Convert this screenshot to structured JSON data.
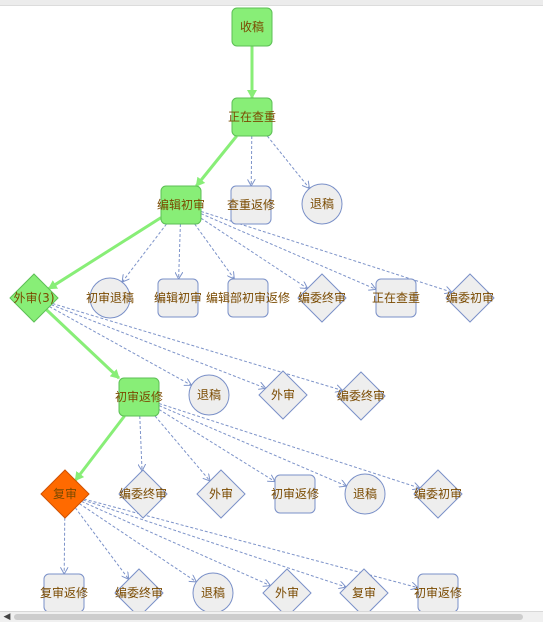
{
  "colors": {
    "active_fill": "#88ee77",
    "active_stroke": "#5cbf55",
    "current_fill": "#ff6a00",
    "current_stroke": "#d05000",
    "idle_fill": "#eeeeee",
    "idle_stroke": "#7a90c8",
    "label": "#7a4a00",
    "path_edge": "#88ee77",
    "option_edge": "#7d93c9"
  },
  "nodes": [
    {
      "id": "n1",
      "label": "收稿",
      "shape": "rect",
      "state": "active"
    },
    {
      "id": "n2",
      "label": "正在查重",
      "shape": "rect",
      "state": "active"
    },
    {
      "id": "n3",
      "label": "查重返修",
      "shape": "rect",
      "state": "idle"
    },
    {
      "id": "n4",
      "label": "退稿",
      "shape": "circle",
      "state": "idle"
    },
    {
      "id": "n5",
      "label": "编辑初审",
      "shape": "rect",
      "state": "active"
    },
    {
      "id": "n6",
      "label": "外审(3)",
      "shape": "diamond",
      "state": "active"
    },
    {
      "id": "n7",
      "label": "初审退稿",
      "shape": "circle",
      "state": "idle"
    },
    {
      "id": "n8",
      "label": "编辑初审",
      "shape": "rect",
      "state": "idle"
    },
    {
      "id": "n9",
      "label": "编辑部初审返修",
      "shape": "rect",
      "state": "idle"
    },
    {
      "id": "n10",
      "label": "编委终审",
      "shape": "diamond",
      "state": "idle"
    },
    {
      "id": "n11",
      "label": "正在查重",
      "shape": "rect",
      "state": "idle"
    },
    {
      "id": "n12",
      "label": "编委初审",
      "shape": "diamond",
      "state": "idle"
    },
    {
      "id": "n13",
      "label": "初审返修",
      "shape": "rect",
      "state": "active"
    },
    {
      "id": "n14",
      "label": "退稿",
      "shape": "circle",
      "state": "idle"
    },
    {
      "id": "n15",
      "label": "外审",
      "shape": "diamond",
      "state": "idle"
    },
    {
      "id": "n16",
      "label": "编委终审",
      "shape": "diamond",
      "state": "idle"
    },
    {
      "id": "n17",
      "label": "复审",
      "shape": "diamond",
      "state": "current"
    },
    {
      "id": "n18",
      "label": "编委终审",
      "shape": "diamond",
      "state": "idle"
    },
    {
      "id": "n19",
      "label": "外审",
      "shape": "diamond",
      "state": "idle"
    },
    {
      "id": "n20",
      "label": "初审返修",
      "shape": "rect",
      "state": "idle"
    },
    {
      "id": "n21",
      "label": "退稿",
      "shape": "circle",
      "state": "idle"
    },
    {
      "id": "n22",
      "label": "编委初审",
      "shape": "diamond",
      "state": "idle"
    },
    {
      "id": "n23",
      "label": "复审返修",
      "shape": "rect",
      "state": "idle"
    },
    {
      "id": "n24",
      "label": "编委终审",
      "shape": "diamond",
      "state": "idle"
    },
    {
      "id": "n25",
      "label": "退稿",
      "shape": "circle",
      "state": "idle"
    },
    {
      "id": "n26",
      "label": "外审",
      "shape": "diamond",
      "state": "idle"
    },
    {
      "id": "n27",
      "label": "复审",
      "shape": "diamond",
      "state": "idle"
    },
    {
      "id": "n28",
      "label": "初审返修",
      "shape": "rect",
      "state": "idle"
    }
  ],
  "edges": [
    {
      "from": "n1",
      "to": "n2",
      "kind": "path"
    },
    {
      "from": "n2",
      "to": "n5",
      "kind": "path"
    },
    {
      "from": "n2",
      "to": "n3",
      "kind": "option"
    },
    {
      "from": "n2",
      "to": "n4",
      "kind": "option"
    },
    {
      "from": "n5",
      "to": "n6",
      "kind": "path"
    },
    {
      "from": "n5",
      "to": "n7",
      "kind": "option"
    },
    {
      "from": "n5",
      "to": "n8",
      "kind": "option"
    },
    {
      "from": "n5",
      "to": "n9",
      "kind": "option"
    },
    {
      "from": "n5",
      "to": "n10",
      "kind": "option"
    },
    {
      "from": "n5",
      "to": "n11",
      "kind": "option"
    },
    {
      "from": "n5",
      "to": "n12",
      "kind": "option"
    },
    {
      "from": "n6",
      "to": "n13",
      "kind": "path"
    },
    {
      "from": "n6",
      "to": "n14",
      "kind": "option"
    },
    {
      "from": "n6",
      "to": "n15",
      "kind": "option"
    },
    {
      "from": "n6",
      "to": "n16",
      "kind": "option"
    },
    {
      "from": "n13",
      "to": "n17",
      "kind": "path"
    },
    {
      "from": "n13",
      "to": "n18",
      "kind": "option"
    },
    {
      "from": "n13",
      "to": "n19",
      "kind": "option"
    },
    {
      "from": "n13",
      "to": "n20",
      "kind": "option"
    },
    {
      "from": "n13",
      "to": "n21",
      "kind": "option"
    },
    {
      "from": "n13",
      "to": "n22",
      "kind": "option"
    },
    {
      "from": "n17",
      "to": "n23",
      "kind": "option"
    },
    {
      "from": "n17",
      "to": "n24",
      "kind": "option"
    },
    {
      "from": "n17",
      "to": "n25",
      "kind": "option"
    },
    {
      "from": "n17",
      "to": "n26",
      "kind": "option"
    },
    {
      "from": "n17",
      "to": "n27",
      "kind": "option"
    },
    {
      "from": "n17",
      "to": "n28",
      "kind": "option"
    }
  ],
  "scrollbar": {
    "left_arrow": "◀"
  }
}
